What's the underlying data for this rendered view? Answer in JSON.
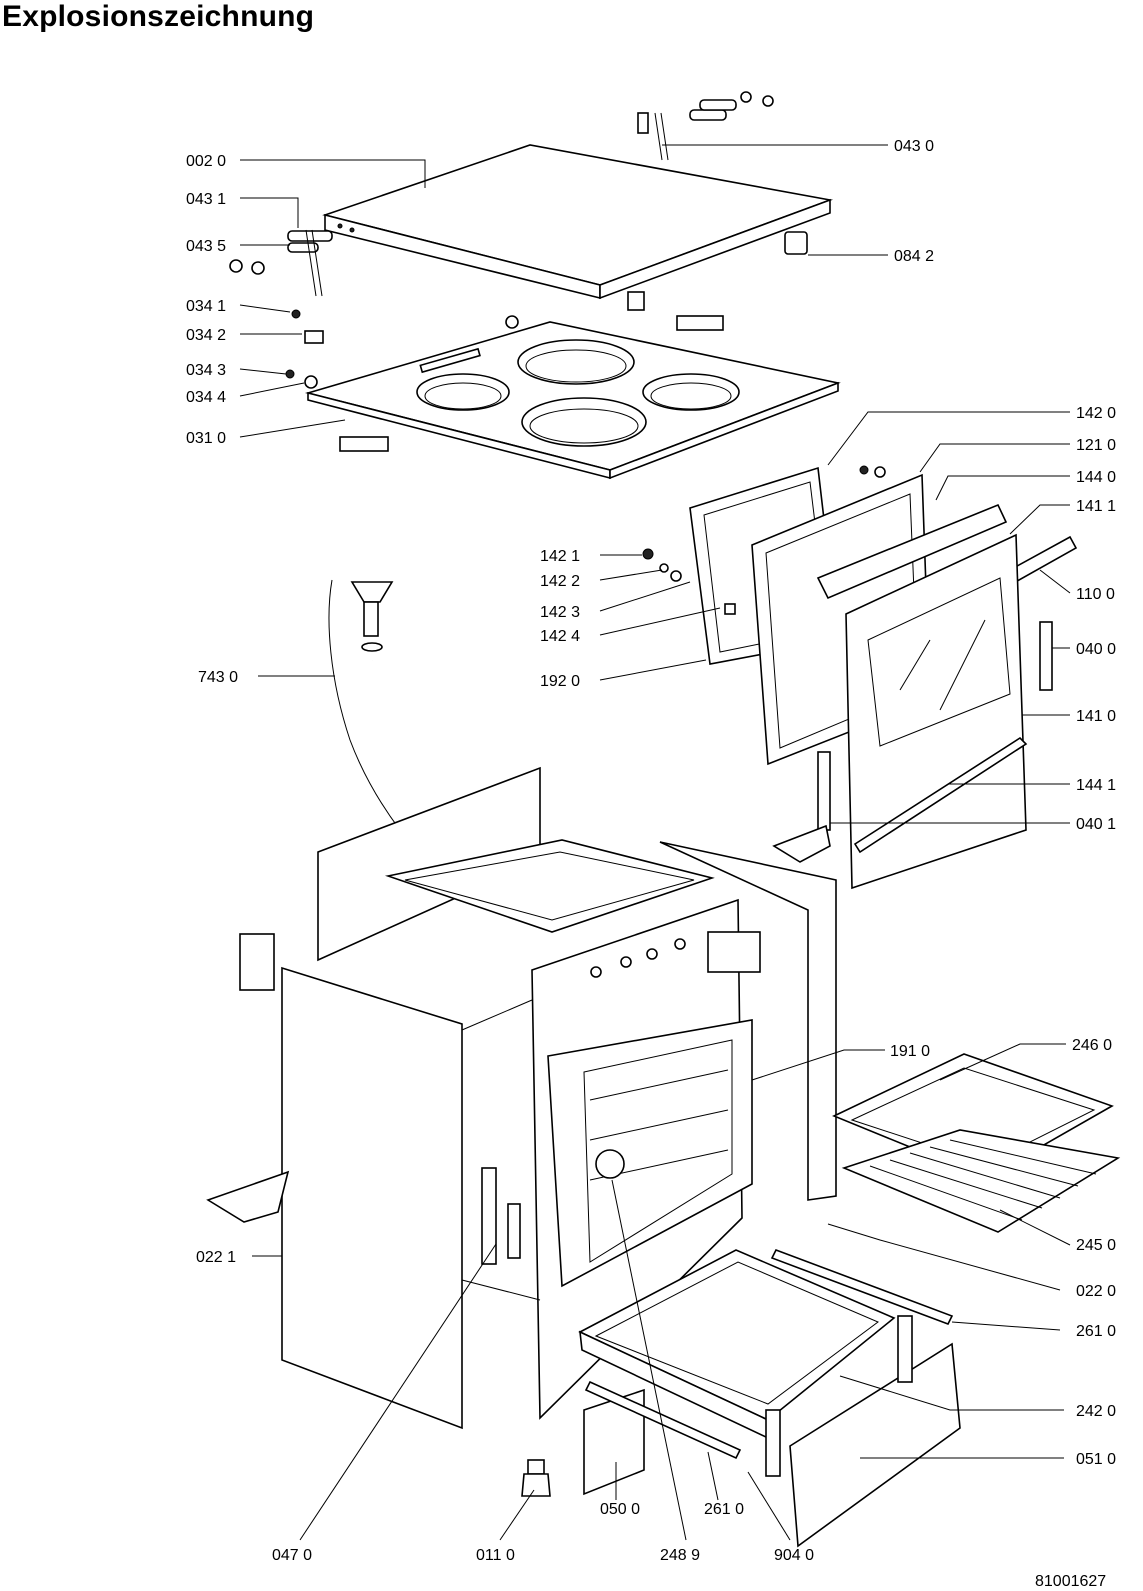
{
  "title": "Explosionszeichnung",
  "document_number": "81001627",
  "callouts": {
    "c0020": "002 0",
    "c0431": "043 1",
    "c0435": "043 5",
    "c0341": "034 1",
    "c0342": "034 2",
    "c0343": "034 3",
    "c0344": "034 4",
    "c0310": "031 0",
    "c0430": "043 0",
    "c0842": "084 2",
    "c1420": "142 0",
    "c1210": "121 0",
    "c1440": "144 0",
    "c1411": "141 1",
    "c1100": "110 0",
    "c0400": "040 0",
    "c1410": "141 0",
    "c1441": "144 1",
    "c0401": "040 1",
    "c1421": "142 1",
    "c1422": "142 2",
    "c1423": "142 3",
    "c1424": "142 4",
    "c1920": "192 0",
    "c7430": "743 0",
    "c1910": "191 0",
    "c2460": "246 0",
    "c2450": "245 0",
    "c0221": "022 1",
    "c0220": "022 0",
    "c2610a": "261 0",
    "c2420": "242 0",
    "c0510": "051 0",
    "c0500": "050 0",
    "c2610b": "261 0",
    "c0470": "047 0",
    "c0110": "011 0",
    "c2489": "248 9",
    "c9040": "904 0"
  }
}
